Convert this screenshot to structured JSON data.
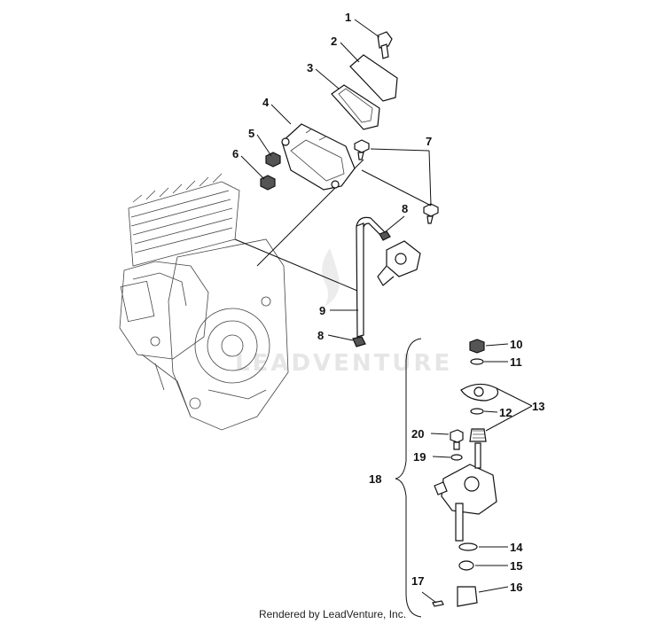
{
  "watermark": {
    "text": "LEADVENTURE"
  },
  "footer": {
    "text": "Rendered by LeadVenture, Inc."
  },
  "callouts": {
    "c1": "1",
    "c2": "2",
    "c3": "3",
    "c4": "4",
    "c5": "5",
    "c6": "6",
    "c7": "7",
    "c8a": "8",
    "c8b": "8",
    "c9": "9",
    "c10": "10",
    "c11": "11",
    "c12": "12",
    "c13": "13",
    "c14": "14",
    "c15": "15",
    "c16": "16",
    "c17": "17",
    "c18": "18",
    "c19": "19",
    "c20": "20"
  }
}
